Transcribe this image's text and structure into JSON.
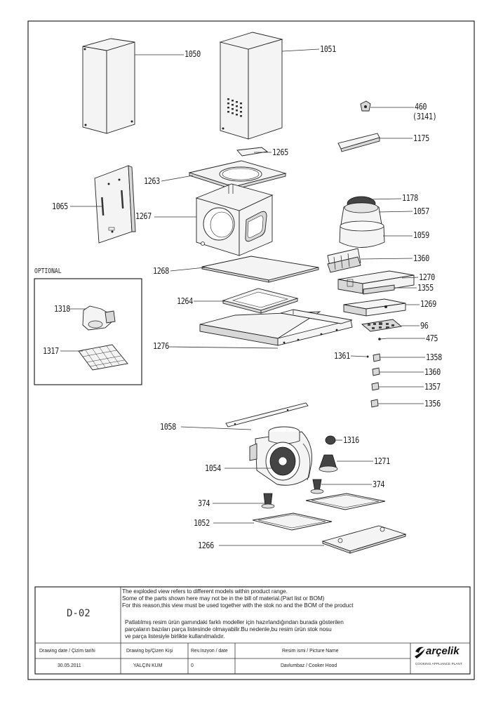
{
  "callouts": {
    "c1050": "1050",
    "c1051": "1051",
    "c460": "460",
    "c3141": "(3141)",
    "c1175": "1175",
    "c1265": "1265",
    "c1263": "1263",
    "c1065": "1065",
    "c1267": "1267",
    "c1178": "1178",
    "c1057": "1057",
    "c1059": "1059",
    "c1360a": "1360",
    "c1268": "1268",
    "c1270": "1270",
    "c1355": "1355",
    "c1264": "1264",
    "c1269": "1269",
    "c1318": "1318",
    "c96": "96",
    "c475": "475",
    "c1276": "1276",
    "c1317": "1317",
    "c1361": "1361",
    "c1358": "1358",
    "c1360b": "1360",
    "c1357": "1357",
    "c1356": "1356",
    "c1058": "1058",
    "c1316": "1316",
    "c1054": "1054",
    "c1271": "1271",
    "c374a": "374",
    "c374b": "374",
    "c1052": "1052",
    "c1266": "1266"
  },
  "optional_label": "OPTIONAL",
  "title_block": {
    "code": "D-02",
    "note_en_1": "The exploded view refers to different models within product range.",
    "note_en_2": "Some of the parts shown here may not be in the bill of material.(Part list or BOM)",
    "note_en_3": "For this reason,this view must be used together with the stok no and the BOM of the product",
    "note_tr_1": "Patlatılmış resim ürün gamındaki farklı modeller için hazırlandığından burada gösterilen",
    "note_tr_2": "parçaların bazıları parça listesinde olmayabilir.Bu nedenle,bu resim ürün stok nosu",
    "note_tr_3": "ve parça listesiyle birlikte kullanılmalıdır.",
    "drawing_date_label": "Drawing date / Çizim tarihi",
    "drawing_date_value": "30.05.2011",
    "drawn_by_label": "Drawing by/Çizen Kişi",
    "drawn_by_value": "YALÇIN KUM",
    "revision_label": "Rev.Inzyon / date",
    "revision_value": "0",
    "picture_name_label": "Resim ismi / Picture Name",
    "picture_name_value": "Davlumbaz / Cooker Hood",
    "logo_text": "arçelik",
    "logo_sub": "COOKING APPLIANCE PLANT"
  }
}
